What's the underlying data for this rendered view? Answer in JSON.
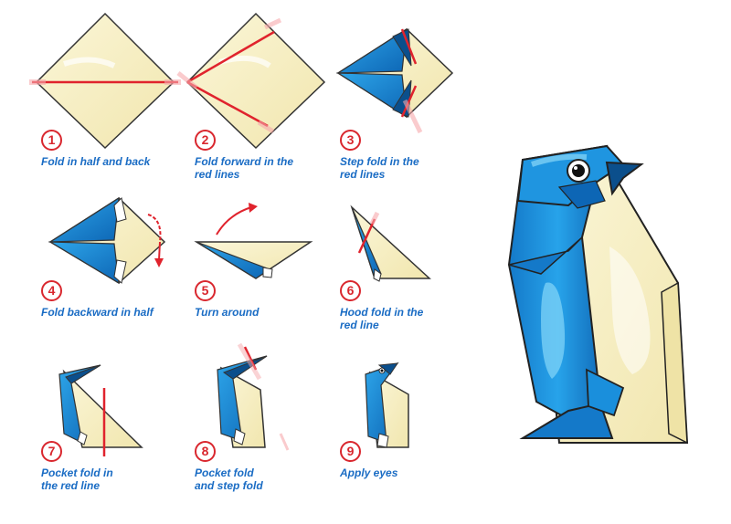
{
  "colors": {
    "paper": "#faf4cf",
    "paper_shade": "#efe3a6",
    "blue": "#1a8fdc",
    "blue_dark": "#0b4f8c",
    "blue_light": "#5cc8f5",
    "fold_line": "#e0232d",
    "caption": "#1a6cc4",
    "number": "#d9272e"
  },
  "steps": [
    {
      "number": "1",
      "caption": [
        "Fold in half and back"
      ]
    },
    {
      "number": "2",
      "caption": [
        "Fold forward in the",
        "red lines"
      ]
    },
    {
      "number": "3",
      "caption": [
        "Step fold in the",
        "red lines"
      ]
    },
    {
      "number": "4",
      "caption": [
        "Fold backward in half"
      ]
    },
    {
      "number": "5",
      "caption": [
        "Turn around"
      ]
    },
    {
      "number": "6",
      "caption": [
        "Hood fold in the",
        "red line"
      ]
    },
    {
      "number": "7",
      "caption": [
        "Pocket fold in",
        "the red line"
      ]
    },
    {
      "number": "8",
      "caption": [
        "Pocket fold",
        "and step fold"
      ]
    },
    {
      "number": "9",
      "caption": [
        "Apply eyes"
      ]
    }
  ],
  "final_model": {
    "icon": "origami-penguin-icon"
  }
}
